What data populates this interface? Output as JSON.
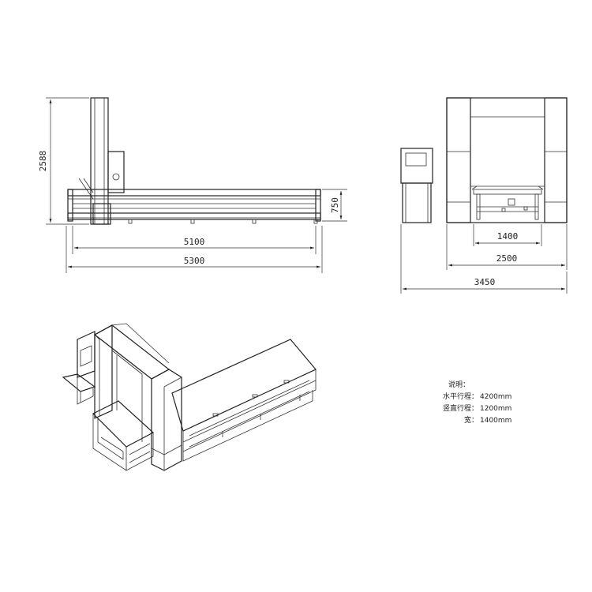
{
  "dimensions": {
    "side_height": "2588",
    "side_table_height": "750",
    "side_inner_length": "5100",
    "side_total_length": "5300",
    "front_inner_width": "1400",
    "front_frame_width": "2500",
    "front_total_width": "3450"
  },
  "notes": {
    "heading": "说明：",
    "rows": [
      {
        "label": "水平行程：",
        "value": "4200mm"
      },
      {
        "label": "竖直行程：",
        "value": "1200mm"
      },
      {
        "label": "宽：",
        "value": "1400mm"
      }
    ]
  }
}
